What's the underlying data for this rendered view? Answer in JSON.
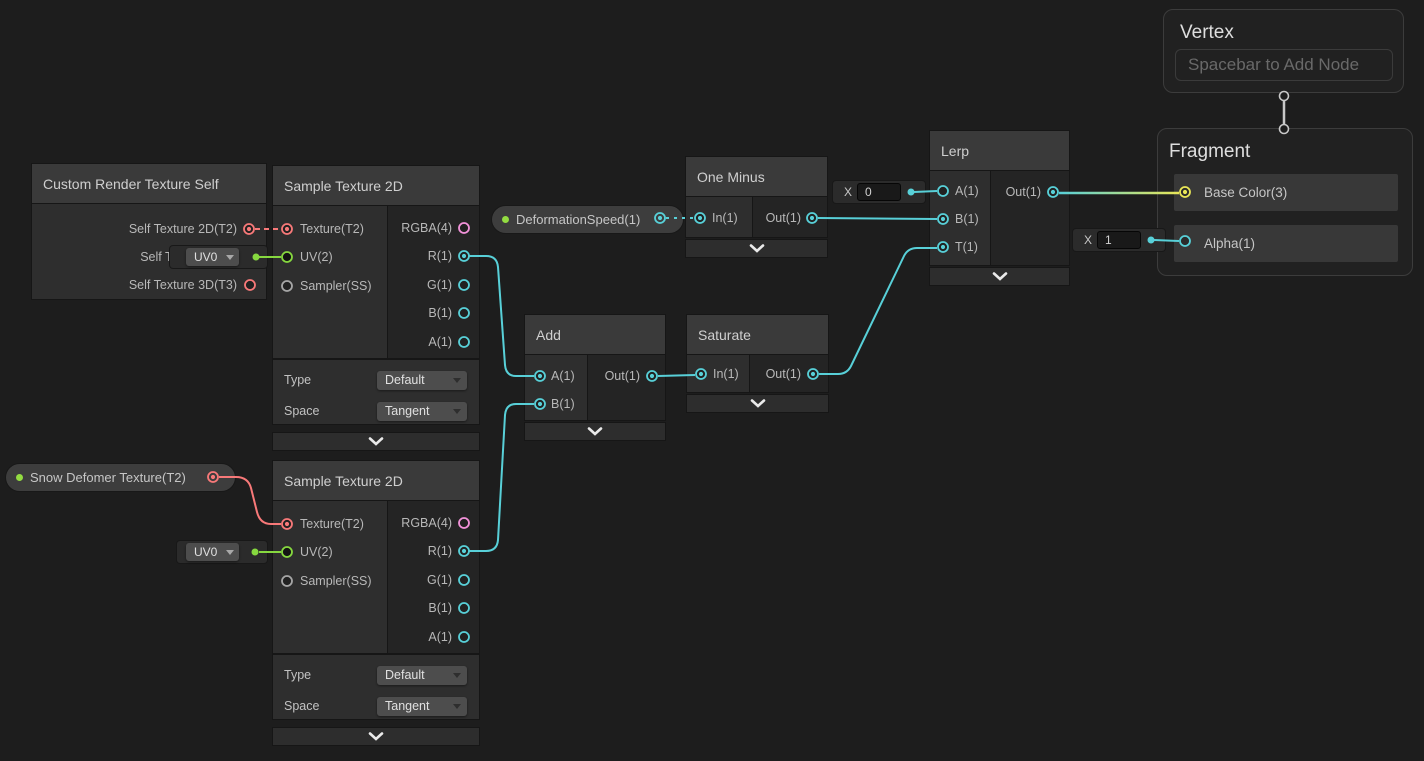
{
  "colors": {
    "canvas_bg": "#1D1D1D",
    "wire_cyan": "#58D0D8",
    "wire_green": "#86D83F",
    "wire_salmon": "#F87979",
    "port_pink": "#F192D9",
    "port_yellow": "#E9E657",
    "port_gray": "#A6A6A6",
    "property_dot_green": "#93DC41",
    "connector_gray": "#C8C8C8"
  },
  "vertex": {
    "title": "Vertex",
    "placeholder": "Spacebar to Add Node"
  },
  "fragment": {
    "title": "Fragment",
    "base_color": "Base Color(3)",
    "alpha": "Alpha(1)"
  },
  "crts": {
    "title": "Custom Render Texture Self",
    "out_2d": "Self Texture 2D(T2)",
    "out_cube": "Self Texture",
    "out_3d": "Self Texture 3D(T3)"
  },
  "samples": [
    {
      "title": "Sample Texture 2D",
      "in_texture": "Texture(T2)",
      "in_uv": "UV(2)",
      "in_sampler": "Sampler(SS)",
      "out_rgba": "RGBA(4)",
      "out_r": "R(1)",
      "out_g": "G(1)",
      "out_b": "B(1)",
      "out_a": "A(1)",
      "type_label": "Type",
      "type_value": "Default",
      "space_label": "Space",
      "space_value": "Tangent"
    },
    {
      "title": "Sample Texture 2D",
      "in_texture": "Texture(T2)",
      "in_uv": "UV(2)",
      "in_sampler": "Sampler(SS)",
      "out_rgba": "RGBA(4)",
      "out_r": "R(1)",
      "out_g": "G(1)",
      "out_b": "B(1)",
      "out_a": "A(1)",
      "type_label": "Type",
      "type_value": "Default",
      "space_label": "Space",
      "space_value": "Tangent"
    }
  ],
  "one_minus": {
    "title": "One Minus",
    "in": "In(1)",
    "out": "Out(1)"
  },
  "add": {
    "title": "Add",
    "in_a": "A(1)",
    "in_b": "B(1)",
    "out": "Out(1)"
  },
  "saturate": {
    "title": "Saturate",
    "in": "In(1)",
    "out": "Out(1)"
  },
  "lerp": {
    "title": "Lerp",
    "in_a": "A(1)",
    "in_b": "B(1)",
    "in_t": "T(1)",
    "out": "Out(1)"
  },
  "properties": {
    "deformation_speed": "DeformationSpeed(1)",
    "snow_texture": "Snow Defomer Texture(T2)"
  },
  "widgets": {
    "uv_a": "UV0",
    "uv_b": "UV0",
    "x0_label": "X",
    "x0_value": "0",
    "x1_label": "X",
    "x1_value": "1"
  }
}
